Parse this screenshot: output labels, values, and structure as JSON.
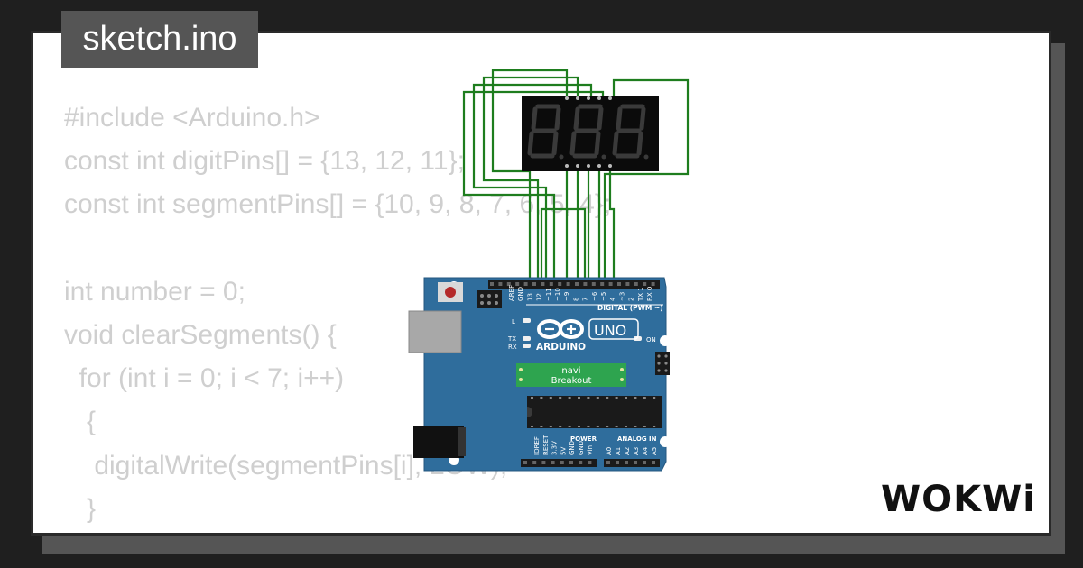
{
  "filename": "sketch.ino",
  "code_lines": [
    "#include <Arduino.h>",
    "const int digitPins[] = {13, 12, 11};",
    "const int segmentPins[] = {10, 9, 8, 7, 6, 5, 4};",
    "",
    "int number = 0;",
    "void clearSegments() {",
    "  for (int i = 0; i < 7; i++)",
    "   {",
    "    digitalWrite(segmentPins[i], LOW);",
    "   }",
    "}"
  ],
  "display": {
    "digits": [
      "8.",
      "8.",
      "8."
    ]
  },
  "board": {
    "brand": "ARDUINO",
    "model": "UNO",
    "digital_label": "DIGITAL (PWM ~)",
    "breakout_line1": "navi",
    "breakout_line2": "Breakout",
    "power_label": "POWER",
    "analog_label": "ANALOG IN",
    "led_l": "L",
    "led_tx": "TX",
    "led_rx": "RX",
    "led_on": "ON",
    "top_pins": [
      "AREF",
      "GND",
      "13",
      "12",
      "~11",
      "~10",
      "~9",
      "8",
      "7",
      "~6",
      "~5",
      "4",
      "~3",
      "2",
      "TX 1",
      "RX 0"
    ],
    "power_pins": [
      "IOREF",
      "RESET",
      "3.3V",
      "5V",
      "GND",
      "GND",
      "Vin"
    ],
    "analog_pins": [
      "A0",
      "A1",
      "A2",
      "A3",
      "A4",
      "A5"
    ]
  },
  "logo": "WOKWi",
  "colors": {
    "board_blue": "#2f6d9c",
    "wire_green": "#1e7d1e",
    "code_gray": "#cfcfcf",
    "tag_gray": "#555555"
  }
}
